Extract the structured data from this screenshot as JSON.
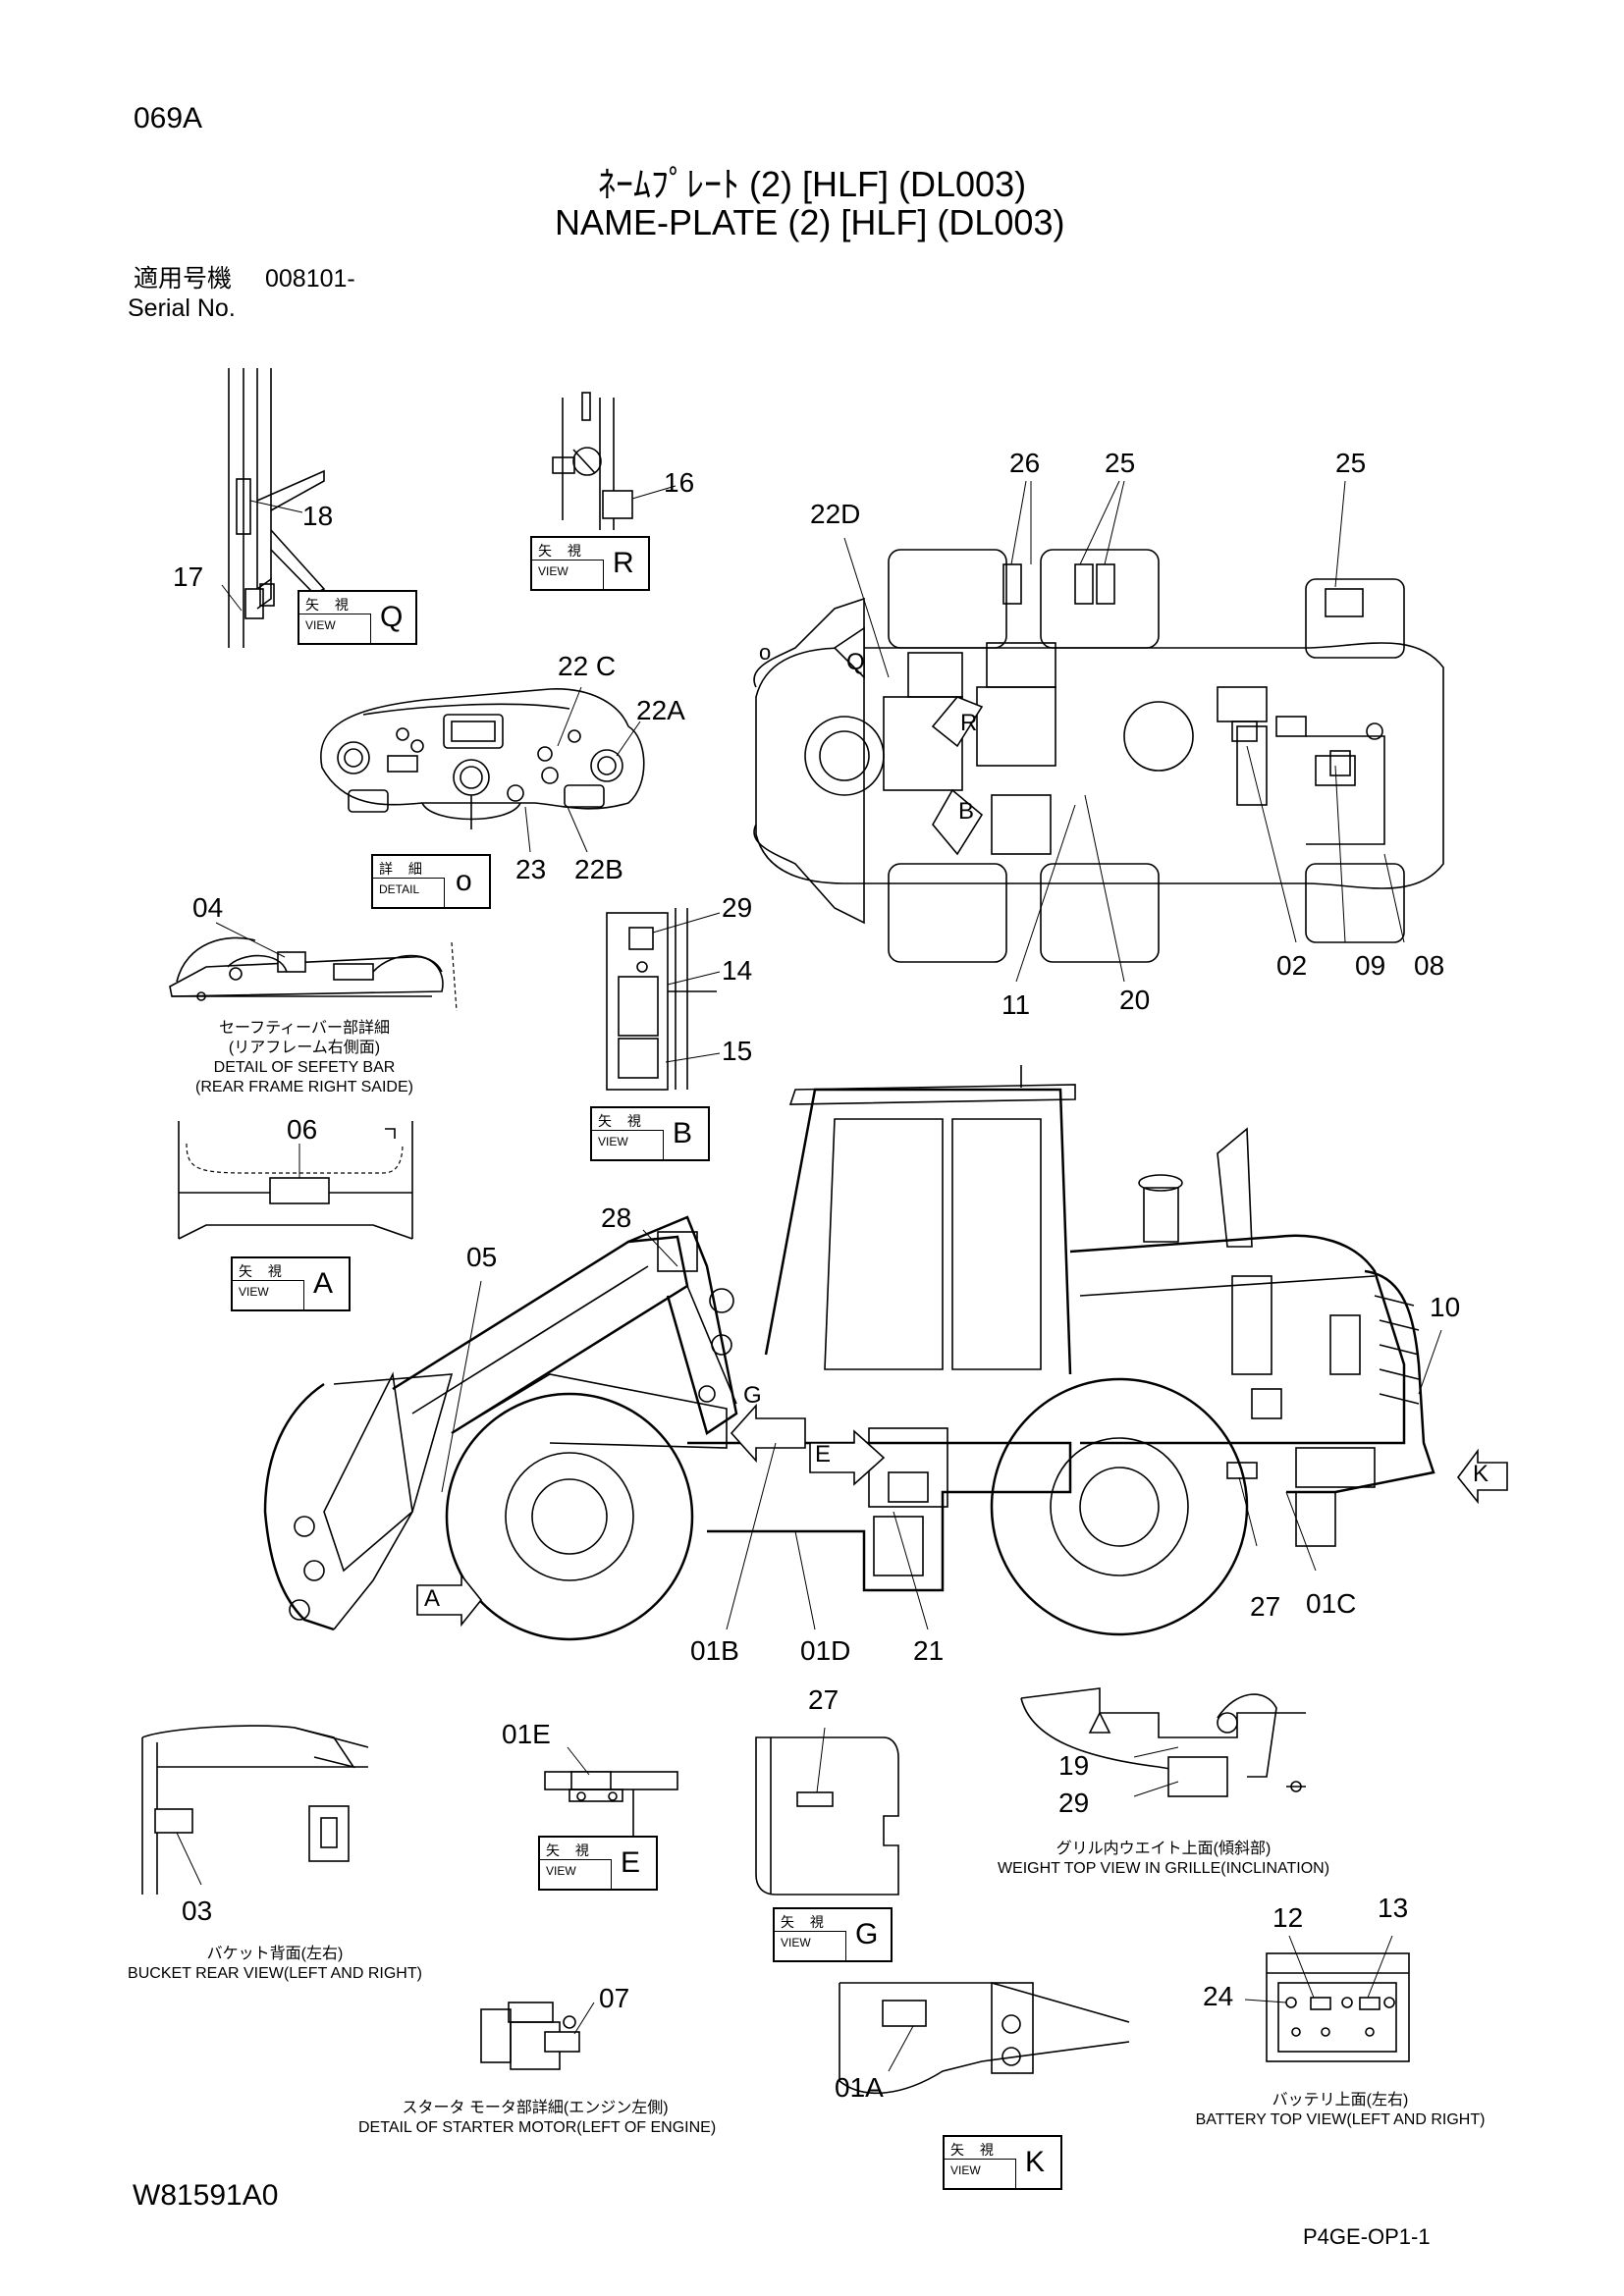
{
  "header": {
    "sheet_code": "069A",
    "title_jp": "ﾈｰﾑﾌﾟﾚｰﾄ (2) [HLF] (DL003)",
    "title_en": "NAME-PLATE (2) [HLF] (DL003)",
    "serial_jp": "適用号機",
    "serial_no": "008101-",
    "serial_en": "Serial  No."
  },
  "footer": {
    "drawing_no": "W81591A0",
    "page_ref": "P4GE-OP1-1"
  },
  "views": {
    "q": {
      "jp": "矢 視",
      "en": "VIEW",
      "letter": "Q"
    },
    "r": {
      "jp": "矢 視",
      "en": "VIEW",
      "letter": "R"
    },
    "o": {
      "jp": "詳 細",
      "en": "DETAIL",
      "letter": "o"
    },
    "b": {
      "jp": "矢 視",
      "en": "VIEW",
      "letter": "B"
    },
    "a": {
      "jp": "矢 視",
      "en": "VIEW",
      "letter": "A"
    },
    "e": {
      "jp": "矢 視",
      "en": "VIEW",
      "letter": "E"
    },
    "g": {
      "jp": "矢 視",
      "en": "VIEW",
      "letter": "G"
    },
    "k": {
      "jp": "矢 視",
      "en": "VIEW",
      "letter": "K"
    }
  },
  "captions": {
    "safety_bar_jp": "セーフティーバー部詳細",
    "safety_bar_jp2": "(リアフレーム右側面)",
    "safety_bar_en": "DETAIL OF SEFETY BAR",
    "safety_bar_en2": "(REAR FRAME RIGHT SAIDE)",
    "bucket_jp": "バケット背面(左右)",
    "bucket_en": "BUCKET REAR VIEW(LEFT AND RIGHT)",
    "starter_jp": "スタータ モータ部詳細(エンジン左側)",
    "starter_en": "DETAIL OF STARTER MOTOR(LEFT OF ENGINE)",
    "weight_jp": "グリル内ウエイト上面(傾斜部)",
    "weight_en": "WEIGHT TOP VIEW IN GRILLE(INCLINATION)",
    "battery_jp": "バッテリ上面(左右)",
    "battery_en": "BATTERY TOP VIEW(LEFT AND RIGHT)"
  },
  "callouts": {
    "c18": "18",
    "c17": "17",
    "c16": "16",
    "c22c": "22 C",
    "c22a": "22A",
    "c23": "23",
    "c22b": "22B",
    "c04": "04",
    "c29a": "29",
    "c14": "14",
    "c15": "15",
    "c06": "06",
    "c26": "26",
    "c25a": "25",
    "c25b": "25",
    "c22d": "22D",
    "c02": "02",
    "c09": "09",
    "c08": "08",
    "c11": "11",
    "c20": "20",
    "c28": "28",
    "c05": "05",
    "c10": "10",
    "c01b": "01B",
    "c01d": "01D",
    "c21": "21",
    "c27a": "27",
    "c01c": "01C",
    "c01e": "01E",
    "c27b": "27",
    "c19": "19",
    "c29b": "29",
    "c03": "03",
    "c07": "07",
    "c01a": "01A",
    "c12": "12",
    "c13": "13",
    "c24": "24"
  },
  "marker_letters": {
    "o": "o",
    "q": "Q",
    "r": "R",
    "b": "B",
    "g": "G",
    "e": "E",
    "a": "A",
    "k": "K"
  }
}
